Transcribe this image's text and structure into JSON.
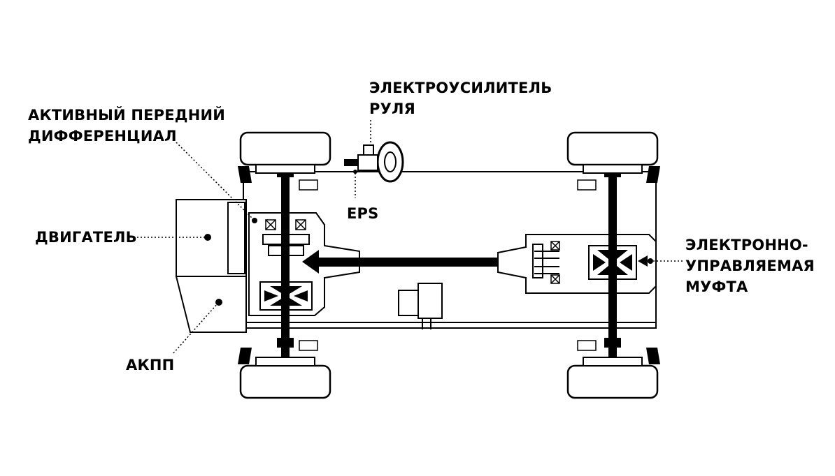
{
  "labels": {
    "active_front_diff": [
      "АКТИВНЫЙ ПЕРЕДНИЙ",
      "ДИФФЕРЕНЦИАЛ"
    ],
    "eps_motor": [
      "ЭЛЕКТРОУСИЛИТЕЛЬ",
      "РУЛЯ"
    ],
    "eps": "EPS",
    "engine": "ДВИГАТЕЛЬ",
    "transmission": "АКПП",
    "coupling": [
      "ЭЛЕКТРОННО-",
      "УПРАВЛЯЕМАЯ",
      "МУФТА"
    ]
  }
}
